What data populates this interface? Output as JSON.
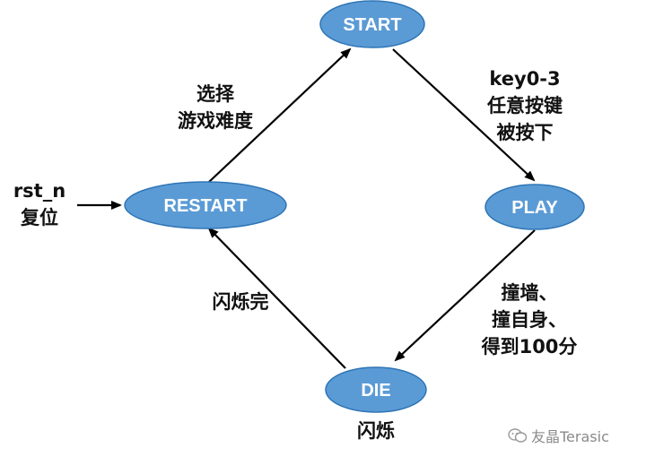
{
  "nodes": {
    "start": "START",
    "play": "PLAY",
    "die": "DIE",
    "restart": "RESTART"
  },
  "edges": {
    "start_to_play": [
      "key0-3",
      "任意按键",
      "被按下"
    ],
    "play_to_die": [
      "撞墙、",
      "撞自身、",
      "得到100分"
    ],
    "die_to_restart": "闪烁完",
    "restart_to_start": [
      "选择",
      "游戏难度"
    ]
  },
  "reset": {
    "signal": "rst_n",
    "label": "复位"
  },
  "die_state_note": "闪烁",
  "watermark": "友晶Terasic",
  "colors": {
    "node_fill": "#5b9bd5",
    "node_stroke": "#2e75b6",
    "node_text": "#ffffff",
    "arrow": "#000000"
  }
}
